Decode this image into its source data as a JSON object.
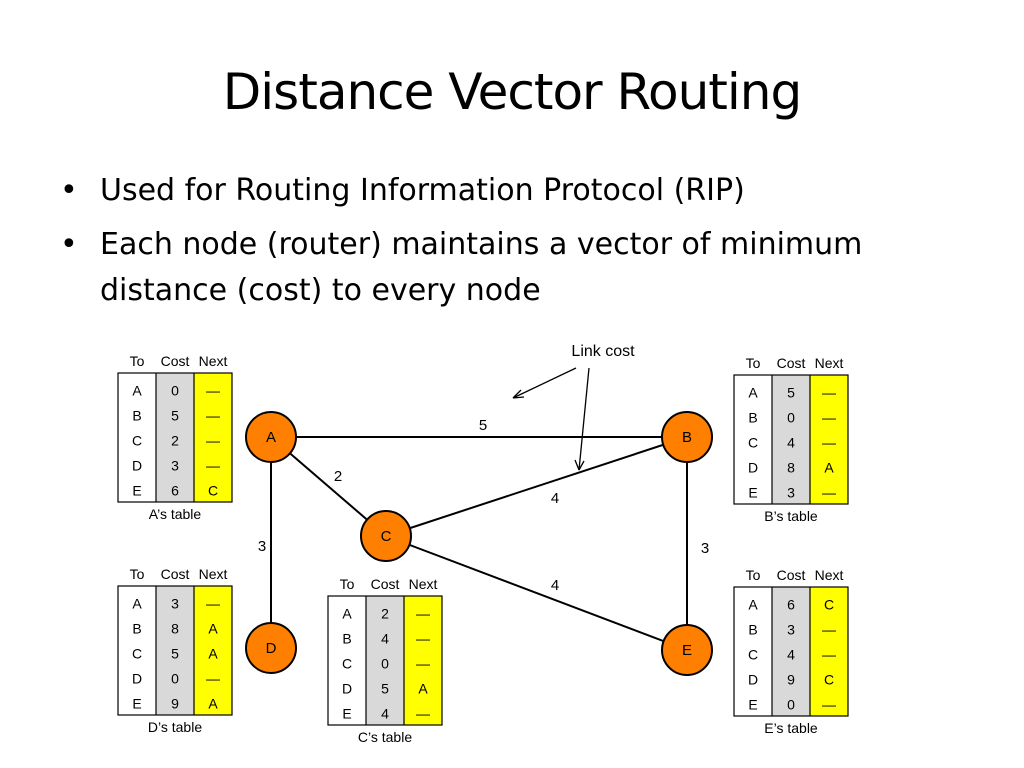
{
  "slide": {
    "title": "Distance Vector Routing",
    "bullets": [
      "Used for Routing Information Protocol (RIP)",
      "Each node (router) maintains a vector of minimum distance (cost) to every node"
    ]
  },
  "colors": {
    "node_fill": "#ff7f00",
    "cost_column": "#d9d9d9",
    "next_column": "#ffff00",
    "line": "#000000"
  },
  "diagram": {
    "link_cost_label": "Link cost",
    "column_headers": {
      "to": "To",
      "cost": "Cost",
      "next": "Next"
    },
    "nodes": [
      "A",
      "B",
      "C",
      "D",
      "E"
    ],
    "links": [
      {
        "from": "A",
        "to": "B",
        "cost": "5"
      },
      {
        "from": "A",
        "to": "C",
        "cost": "2"
      },
      {
        "from": "A",
        "to": "D",
        "cost": "3"
      },
      {
        "from": "C",
        "to": "B",
        "cost": "4"
      },
      {
        "from": "C",
        "to": "E",
        "cost": "4"
      },
      {
        "from": "B",
        "to": "E",
        "cost": "3"
      }
    ],
    "tables": [
      {
        "id": "A",
        "caption": "A’s table",
        "to": [
          "A",
          "B",
          "C",
          "D",
          "E"
        ],
        "cost": [
          "0",
          "5",
          "2",
          "3",
          "6"
        ],
        "next": [
          "—",
          "—",
          "—",
          "—",
          "C"
        ]
      },
      {
        "id": "B",
        "caption": "B’s table",
        "to": [
          "A",
          "B",
          "C",
          "D",
          "E"
        ],
        "cost": [
          "5",
          "0",
          "4",
          "8",
          "3"
        ],
        "next": [
          "—",
          "—",
          "—",
          "A",
          "—"
        ]
      },
      {
        "id": "D",
        "caption": "D’s table",
        "to": [
          "A",
          "B",
          "C",
          "D",
          "E"
        ],
        "cost": [
          "3",
          "8",
          "5",
          "0",
          "9"
        ],
        "next": [
          "—",
          "A",
          "A",
          "—",
          "A"
        ]
      },
      {
        "id": "C",
        "caption": "C’s table",
        "to": [
          "A",
          "B",
          "C",
          "D",
          "E"
        ],
        "cost": [
          "2",
          "4",
          "0",
          "5",
          "4"
        ],
        "next": [
          "—",
          "—",
          "—",
          "A",
          "—"
        ]
      },
      {
        "id": "E",
        "caption": "E’s table",
        "to": [
          "A",
          "B",
          "C",
          "D",
          "E"
        ],
        "cost": [
          "6",
          "3",
          "4",
          "9",
          "0"
        ],
        "next": [
          "C",
          "—",
          "—",
          "C",
          "—"
        ]
      }
    ]
  }
}
